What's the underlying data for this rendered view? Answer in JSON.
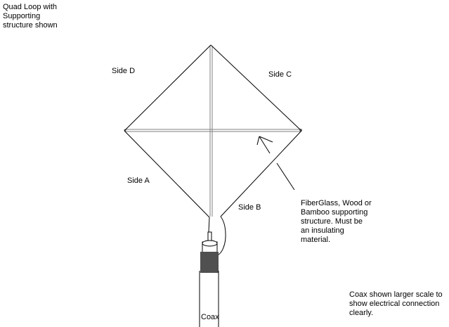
{
  "title": "Quad Loop with\nSupporting\nstructure shown",
  "sides": {
    "a": "Side A",
    "b": "Side B",
    "c": "Side C",
    "d": "Side D"
  },
  "support_note": "FiberGlass, Wood or\nBamboo supporting\nstructure. Must be\nan insulating\nmaterial.",
  "coax_label": "Coax",
  "coax_note": "Coax shown larger scale to\nshow electrical connection\nclearly.",
  "colors": {
    "wire": "#000000",
    "support": "#808080",
    "shield": "#505050"
  }
}
